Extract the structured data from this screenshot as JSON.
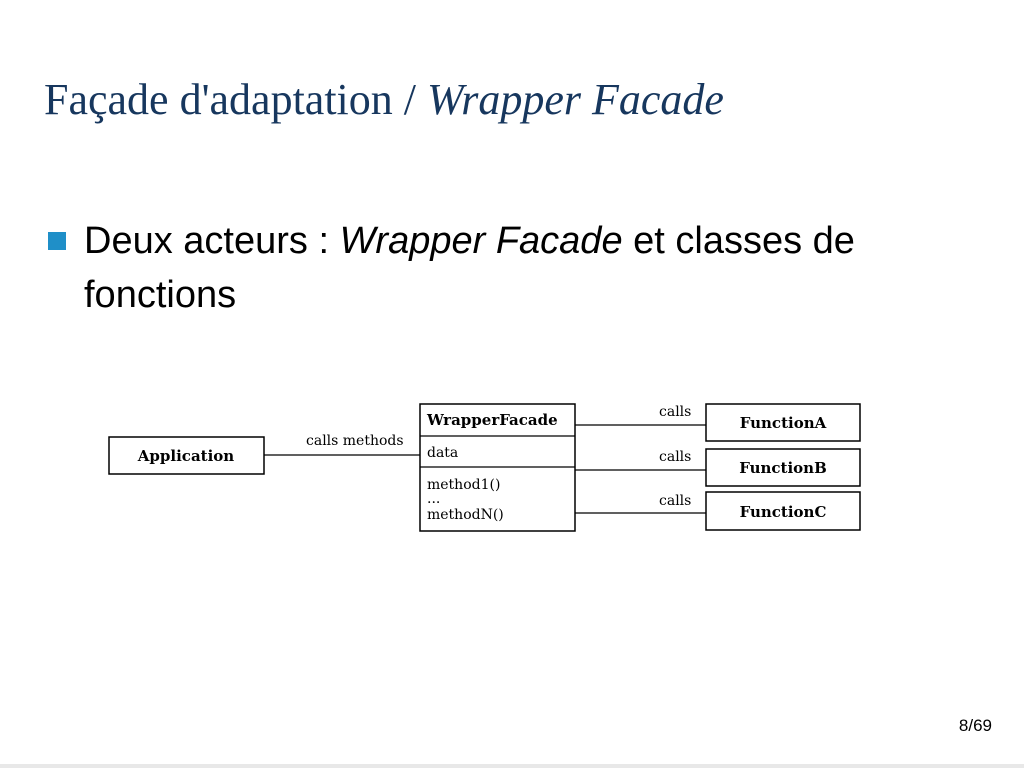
{
  "title": {
    "plain": "Façade d'adaptation / ",
    "italic": "Wrapper Facade"
  },
  "bullet": {
    "before": "Deux acteurs : ",
    "italic": "Wrapper Facade",
    "after": " et classes de fonctions"
  },
  "diagram": {
    "application": "Application",
    "app_edge_label": "calls methods",
    "wrapper": {
      "name": "WrapperFacade",
      "attribute": "data",
      "methods": [
        "method1()",
        "...",
        "methodN()"
      ]
    },
    "call_label": "calls",
    "functions": [
      "FunctionA",
      "FunctionB",
      "FunctionC"
    ]
  },
  "page": {
    "number": "8/69"
  }
}
